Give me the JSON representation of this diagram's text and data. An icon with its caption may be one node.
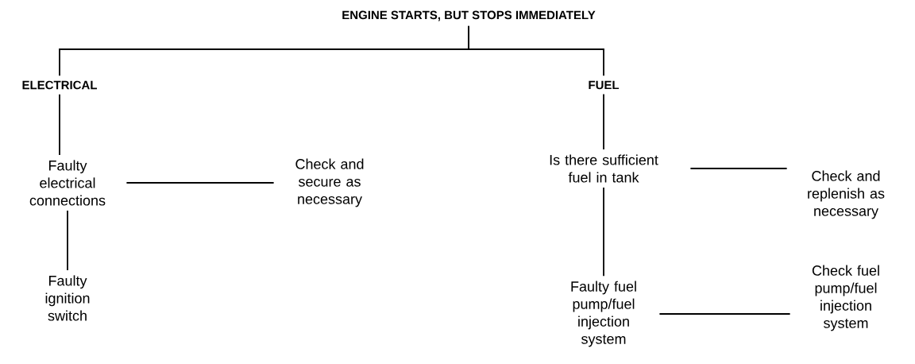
{
  "diagram": {
    "nodes": [
      {
        "text": [
          "ENGINE STARTS, BUT STOPS IMMEDIATELY"
        ]
      },
      {
        "text": [
          "ELECTRICAL"
        ]
      },
      {
        "text": [
          "FUEL"
        ]
      },
      {
        "text": [
          "Faulty electrical connections"
        ]
      },
      {
        "text": [
          "Check and secure as necessary"
        ]
      },
      {
        "text": [
          "Is there sufficient fuel in tank"
        ]
      },
      {
        "text": [
          "Check and replenish as necessary"
        ]
      },
      {
        "text": [
          "Faulty ignition switch"
        ]
      },
      {
        "text": [
          "Faulty fuel pump/fuel injection system"
        ]
      },
      {
        "text": [
          "Check fuel pump/fuel injection system"
        ]
      }
    ],
    "edges": [
      {
        "from": 0,
        "to": 1,
        "arrow": "none"
      },
      {
        "from": 0,
        "to": 2,
        "arrow": "none"
      },
      {
        "from": 1,
        "to": 3,
        "arrow": "none"
      },
      {
        "from": 3,
        "to": 4,
        "arrow": "none"
      },
      {
        "from": 3,
        "to": 7,
        "arrow": "none"
      },
      {
        "from": 2,
        "to": 5,
        "arrow": "none"
      },
      {
        "from": 5,
        "to": 6,
        "arrow": "none"
      },
      {
        "from": 5,
        "to": 8,
        "arrow": "none"
      },
      {
        "from": 8,
        "to": 9,
        "arrow": "none"
      }
    ]
  }
}
